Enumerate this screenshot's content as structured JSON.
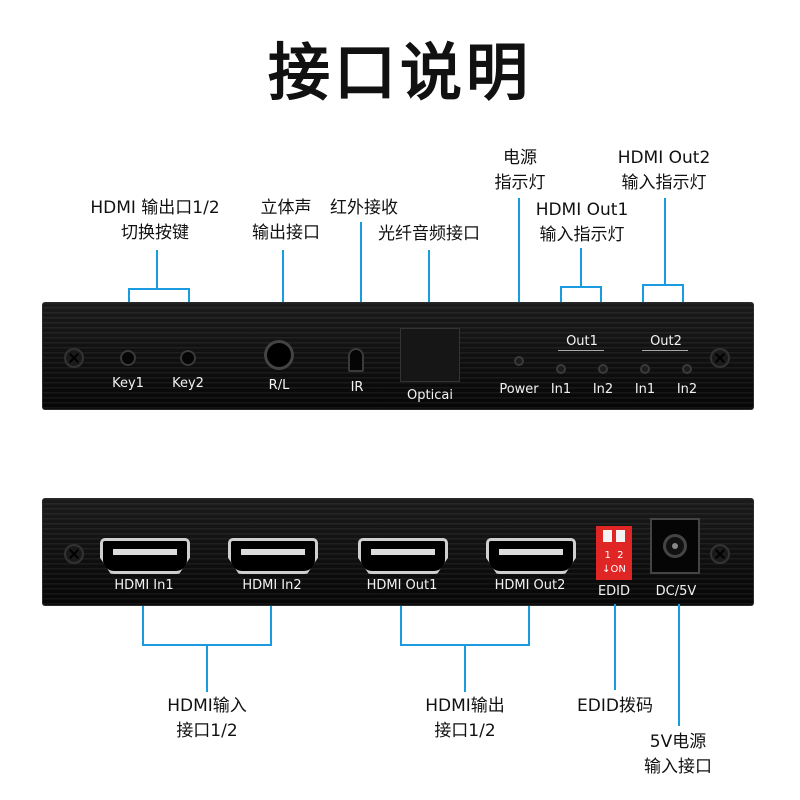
{
  "title": "接口说明",
  "top_annotations": {
    "key_switch": [
      "HDMI 输出口1/2",
      "切换按键"
    ],
    "stereo": [
      "立体声",
      "输出接口"
    ],
    "ir": "红外接收",
    "optical": "光纤音频接口",
    "power_led": [
      "电源",
      "指示灯"
    ],
    "out1_led": [
      "HDMI Out1",
      "输入指示灯"
    ],
    "out2_led": [
      "HDMI Out2",
      "输入指示灯"
    ]
  },
  "front_panel": {
    "key1": "Key1",
    "key2": "Key2",
    "rl": "R/L",
    "ir": "IR",
    "optical": "Opticai",
    "power": "Power",
    "out1": "Out1",
    "out2": "Out2",
    "in1a": "In1",
    "in2a": "In2",
    "in1b": "In1",
    "in2b": "In2"
  },
  "back_panel": {
    "hdmi_in1": "HDMI In1",
    "hdmi_in2": "HDMI In2",
    "hdmi_out1": "HDMI Out1",
    "hdmi_out2": "HDMI Out2",
    "dip_numbers": "1  2",
    "dip_on": "↓ON",
    "edid": "EDID",
    "dc": "DC/5V"
  },
  "bottom_annotations": {
    "hdmi_input": [
      "HDMI输入",
      "接口1/2"
    ],
    "hdmi_output": [
      "HDMI输出",
      "接口1/2"
    ],
    "edid_dip": "EDID拨码",
    "power_input": [
      "5V电源",
      "输入接口"
    ]
  },
  "colors": {
    "leader": "#1a9be0",
    "panel": "#0d0d0d",
    "dip": "#e02525"
  }
}
